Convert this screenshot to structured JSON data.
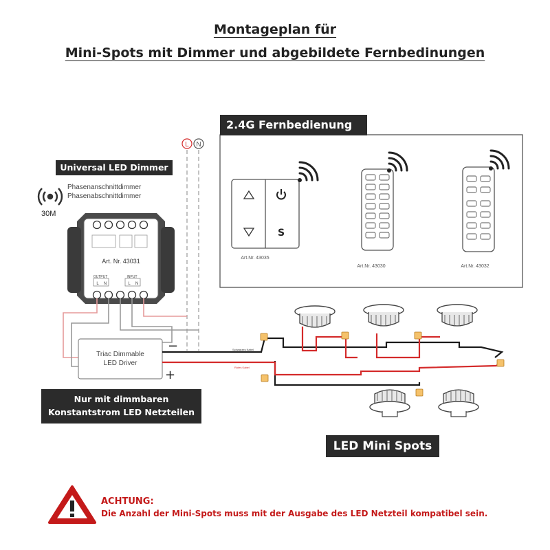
{
  "title": {
    "line1": "Montageplan für",
    "line2": "Mini-Spots mit Dimmer und abgebildete Fernbedinungen"
  },
  "dimmer": {
    "heading": "Universal LED Dimmer",
    "mode1": "Phasenanschnittdimmer",
    "mode2": "Phasenabschnittdimmer",
    "range": "30M",
    "art_nr": "Art. Nr. 43031",
    "output_label": "OUTPUT",
    "input_label": "INPUT",
    "terminal_l": "L",
    "terminal_n": "N"
  },
  "mains": {
    "l": "L",
    "n": "N"
  },
  "driver": {
    "line1": "Triac Dimmable",
    "line2": "LED Driver",
    "minus": "−",
    "plus": "+"
  },
  "driver_note": {
    "line1": "Nur mit dimmbaren",
    "line2": "Konstantstrom LED Netzteilen"
  },
  "remotes": {
    "heading": "2.4G Fernbedienung",
    "items": [
      {
        "art": "Art.Nr. 43035"
      },
      {
        "art": "Art.Nr. 43030"
      },
      {
        "art": "Art.Nr. 43032"
      }
    ],
    "wall_switch_s": "S"
  },
  "wires": {
    "black_label": "Schwarzes Kabel",
    "red_label": "Rotes Kabel"
  },
  "spots_label": "LED Mini Spots",
  "warning": {
    "title": "ACHTUNG:",
    "text": "Die Anzahl der Mini-Spots muss mit der Ausgabe des LED Netzteil kompatibel sein."
  },
  "colors": {
    "label_bg": "#2b2b2b",
    "wire_black": "#1a1a1a",
    "wire_red": "#d42a2a",
    "wire_pink": "#e59a9a",
    "warning_red": "#c41a1a",
    "connector": "#e8a43a"
  }
}
